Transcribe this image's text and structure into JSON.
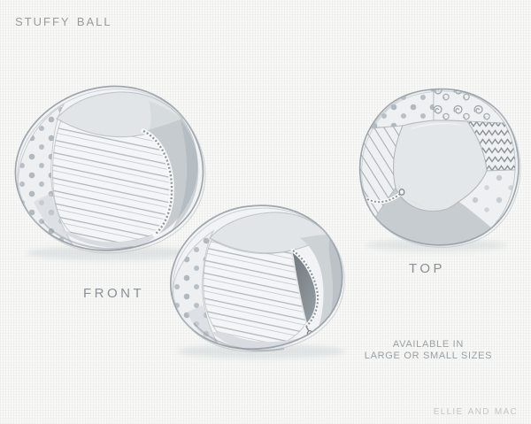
{
  "page": {
    "title": "Stuffy Ball",
    "brand_signature": "Ellie and Mac",
    "background_color": "#f8f8f6"
  },
  "labels": {
    "front": "FRONT",
    "top": "TOP"
  },
  "availability": {
    "line1": "AVAILABLE IN",
    "line2": "LARGE OR SMALL SIZES"
  },
  "icons": {
    "zipper_closed": "zipper-teeth-icon",
    "zipper_open": "zipper-opening-icon",
    "zipper_pull": "zipper-pull-icon"
  },
  "colors": {
    "title_text": "#9b9b9b",
    "view_label_text": "#8d9195",
    "availability_text": "#9aa0a3",
    "brand_text": "#c5c6c6",
    "ball_base": "#f2f3f5",
    "panel_light": "#e1e5e7",
    "panel_medium": "#c5cbce",
    "panel_shadow": "#c6ccd0",
    "zipper_opening_dark": "#6f787e",
    "pattern_ink": "#a7aeb4",
    "sketch_outline": "#9aa1a7"
  },
  "illustrations": {
    "front_view": {
      "label": "FRONT",
      "ball_count": 2,
      "panel_patterns": [
        "polka-dots",
        "diagonal-stripes",
        "solid-light",
        "solid-medium"
      ],
      "details": [
        "closed-zipper",
        "open-zipper-with-pull"
      ]
    },
    "top_view": {
      "label": "TOP",
      "ball_count": 1,
      "panel_patterns": [
        "polka-dots",
        "swirls",
        "zigzag",
        "sparse-dots",
        "solid-shadow",
        "diagonal-stripes"
      ],
      "details": [
        "zipper-with-pull",
        "center-pentagon-panel"
      ]
    }
  }
}
